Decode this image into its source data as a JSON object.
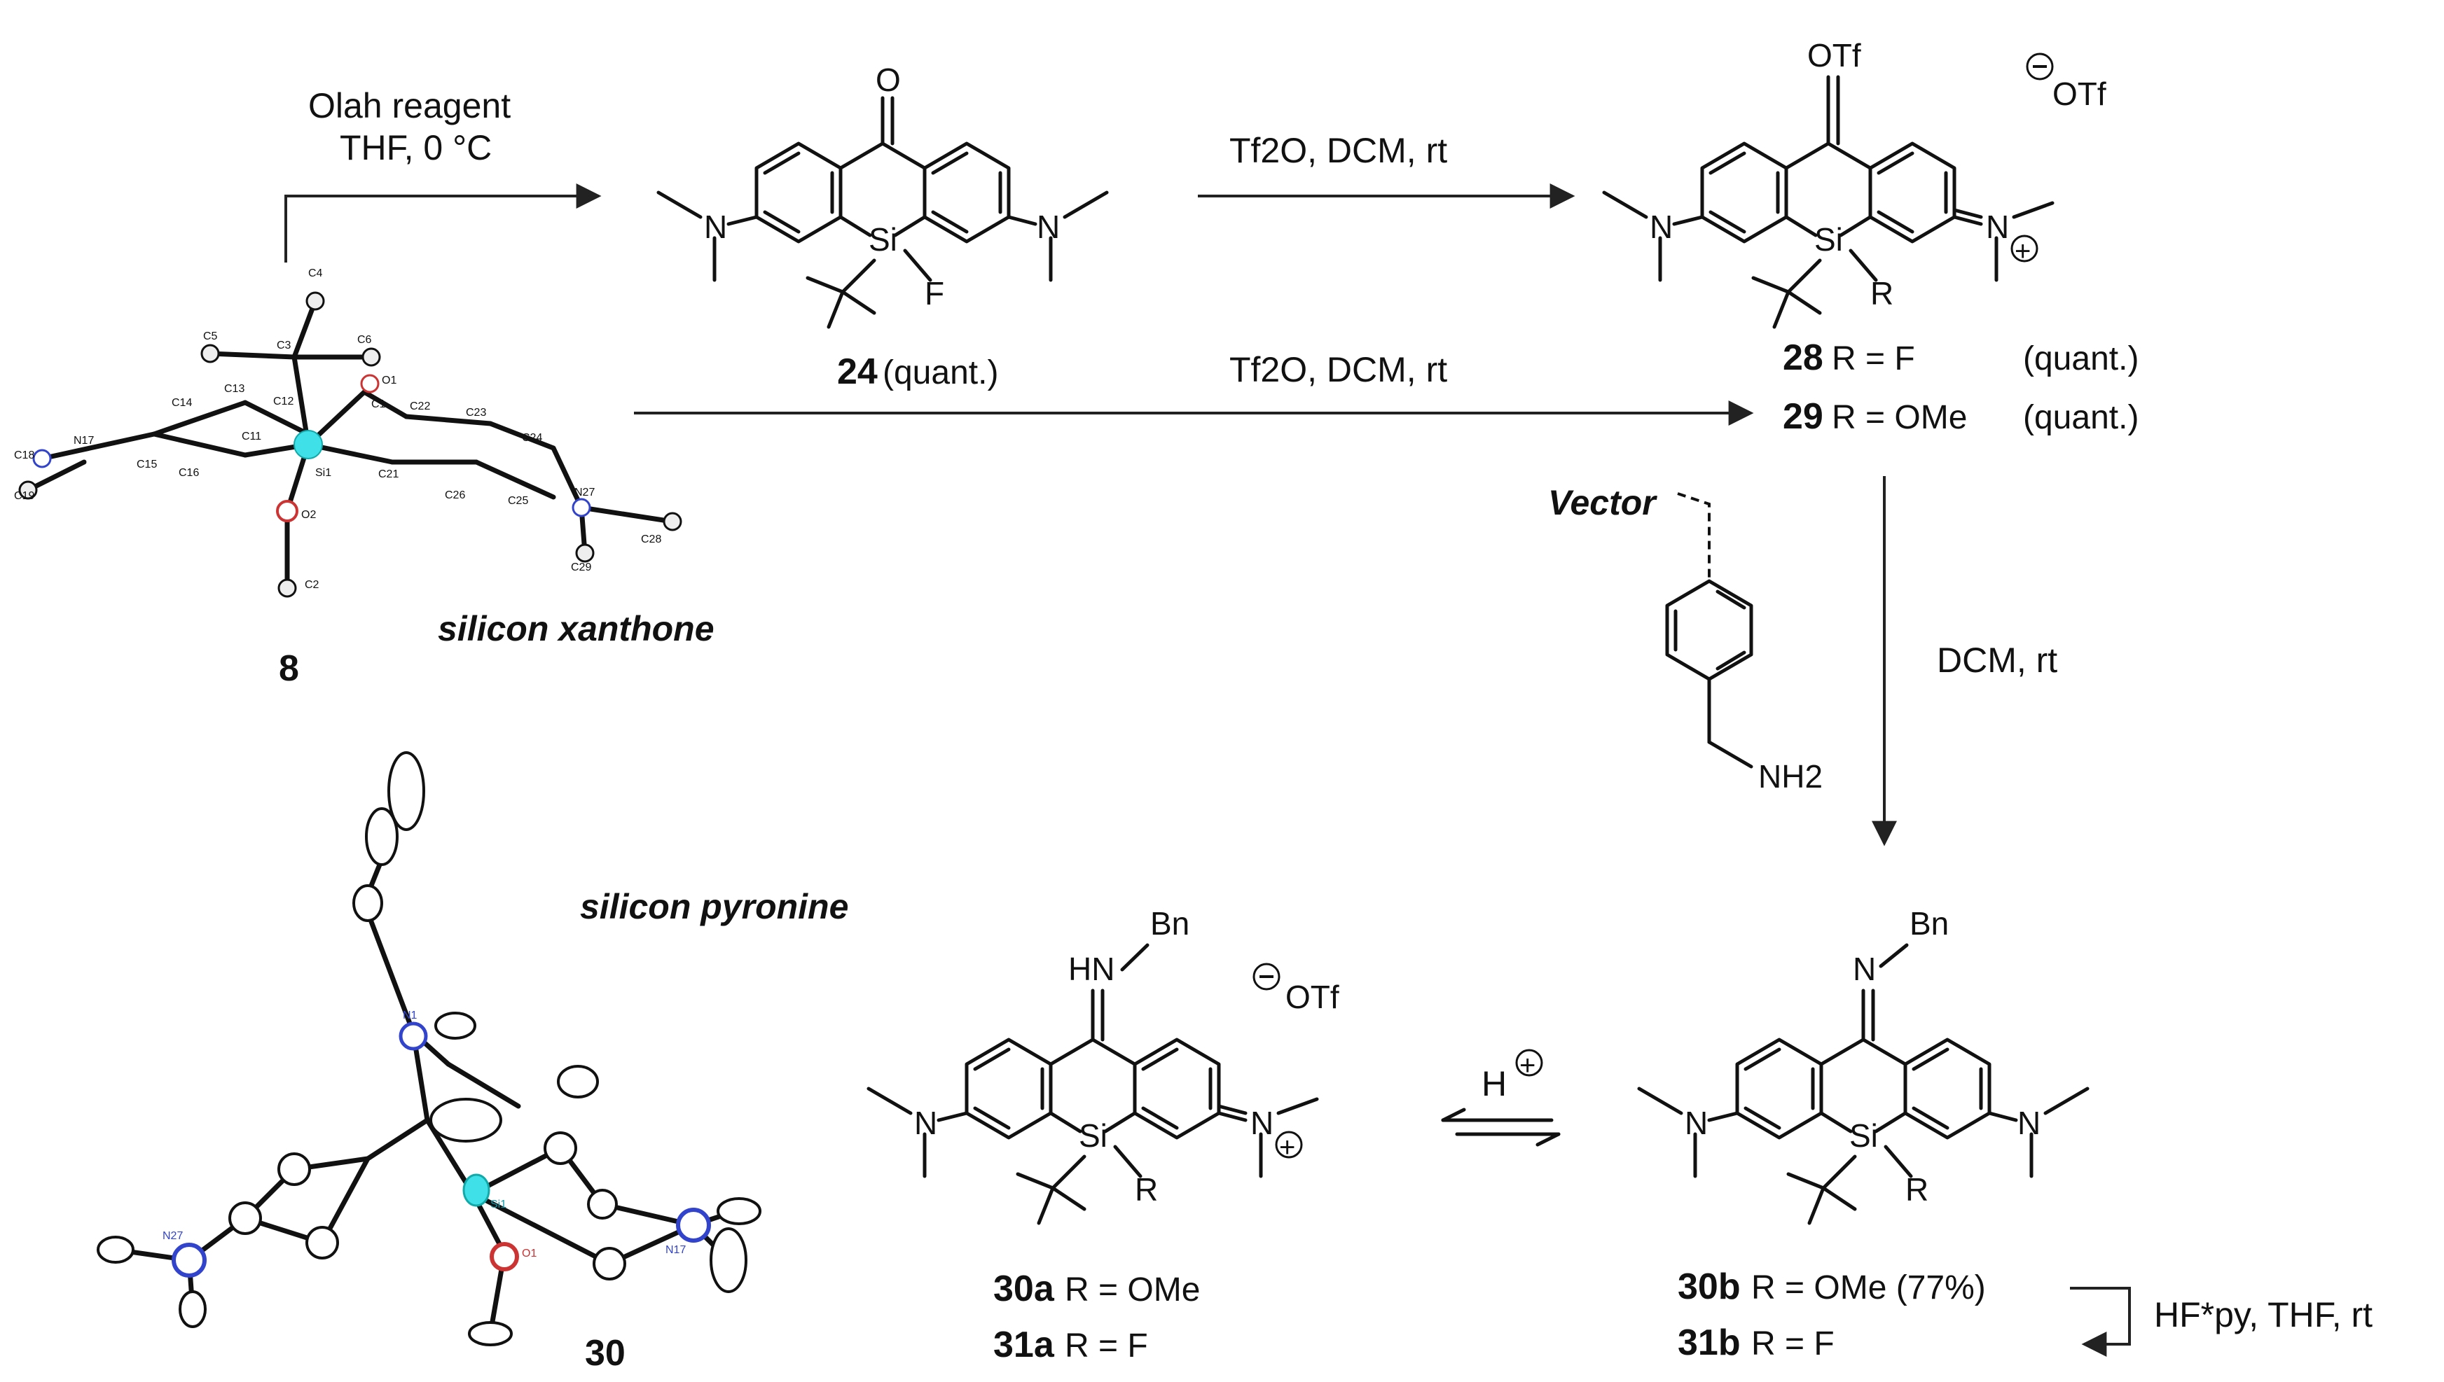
{
  "reagents": {
    "olah_1": "Olah reagent",
    "olah_2": "THF, 0 °C",
    "tf2o_a": "Tf2O, DCM, rt",
    "tf2o_b": "Tf2O, DCM, rt",
    "dcm": "DCM, rt",
    "hfpy": "HF*py, THF, rt"
  },
  "labels": {
    "silicon_xanthone": "silicon xanthone",
    "silicon_pyronine": "silicon pyronine",
    "cmpd8": "8",
    "cmpd30": "30",
    "cmpd24": "24",
    "cmpd24_yield": "(quant.)",
    "cmpd28": "28",
    "cmpd28_r": "R = F",
    "cmpd28_yield": "(quant.)",
    "cmpd29": "29",
    "cmpd29_r": "R = OMe",
    "cmpd29_yield": "(quant.)",
    "cmpd30a": "30a",
    "cmpd30a_r": "R = OMe",
    "cmpd31a": "31a",
    "cmpd31a_r": "R = F",
    "cmpd30b": "30b",
    "cmpd30b_r": "R = OMe (77%)",
    "cmpd31b": "31b",
    "cmpd31b_r": "R = F",
    "vector": "Vector",
    "nh2": "NH2",
    "h_plus": "H",
    "otf": "OTf",
    "bn": "Bn"
  },
  "atoms": {
    "O": "O",
    "N": "N",
    "Si": "Si",
    "F": "F",
    "R": "R",
    "HN": "HN"
  },
  "crystal8_labels": [
    "C4",
    "C5",
    "C3",
    "C6",
    "O1",
    "C13",
    "C12",
    "C1",
    "C22",
    "C23",
    "C14",
    "C24",
    "N17",
    "C18",
    "C15",
    "C11",
    "C16",
    "Si1",
    "C21",
    "C19",
    "C26",
    "C25",
    "N27",
    "O2",
    "C28",
    "C29",
    "C2"
  ],
  "crystal30_labels": [
    "N1",
    "Si1",
    "N27",
    "N17",
    "O1"
  ]
}
